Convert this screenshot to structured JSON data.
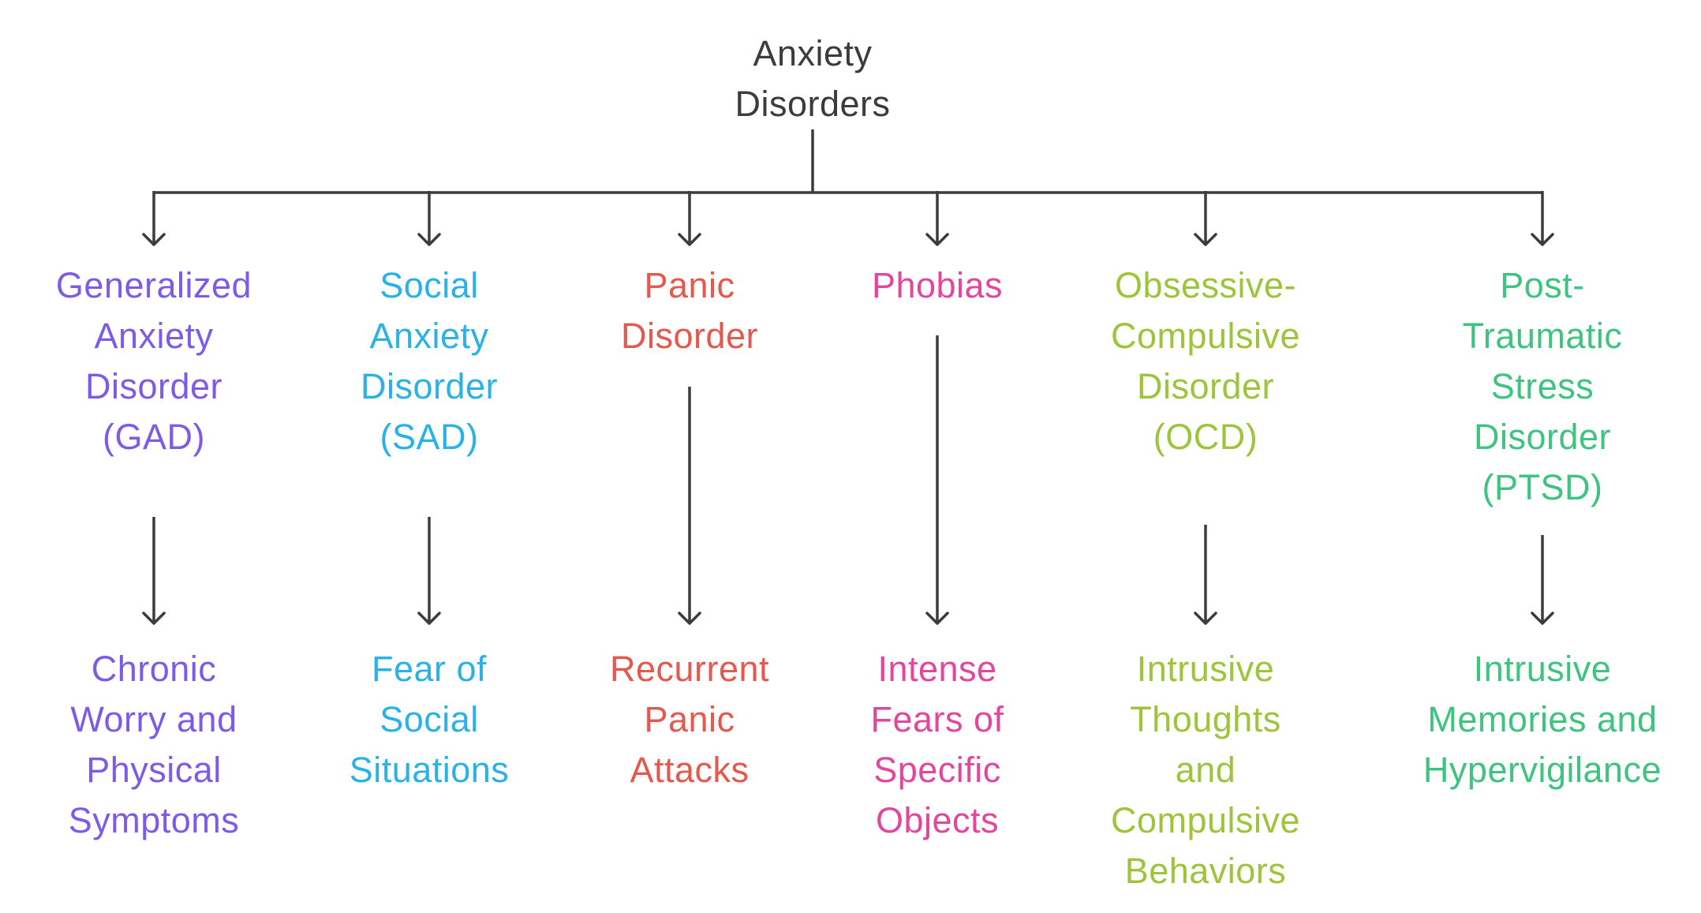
{
  "diagram": {
    "title": "Anxiety\nDisorders",
    "colors": {
      "root_text": "#3C3C3C",
      "arrows": "#3C3C3C",
      "background": "#FFFFFF"
    },
    "branches": [
      {
        "id": "gad",
        "label": "Generalized\nAnxiety\nDisorder\n(GAD)",
        "outcome": "Chronic\nWorry and\nPhysical\nSymptoms",
        "color": "#7D5BE6"
      },
      {
        "id": "sad",
        "label": "Social\nAnxiety\nDisorder\n(SAD)",
        "outcome": "Fear of\nSocial\nSituations",
        "color": "#2AB2E7"
      },
      {
        "id": "panic-disorder",
        "label": "Panic\nDisorder",
        "outcome": "Recurrent\nPanic\nAttacks",
        "color": "#E4584E"
      },
      {
        "id": "phobias",
        "label": "Phobias",
        "outcome": "Intense\nFears of\nSpecific\nObjects",
        "color": "#E3469D"
      },
      {
        "id": "ocd",
        "label": "Obsessive-\nCompulsive\nDisorder\n(OCD)",
        "outcome": "Intrusive\nThoughts\nand\nCompulsive\nBehaviors",
        "color": "#9EC43A"
      },
      {
        "id": "ptsd",
        "label": "Post-\nTraumatic\nStress\nDisorder\n(PTSD)",
        "outcome": "Intrusive\nMemories and\nHypervigilance",
        "color": "#3EC381"
      }
    ]
  }
}
